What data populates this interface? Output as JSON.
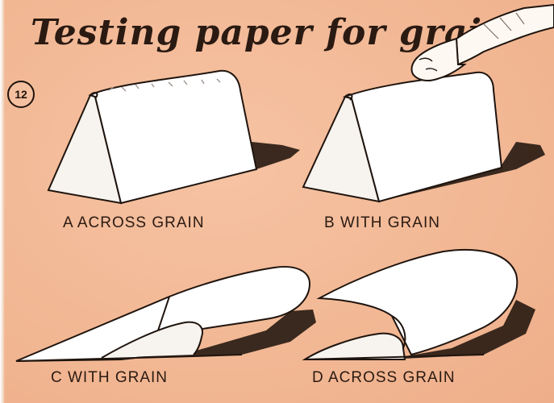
{
  "title": "Testing paper for grain",
  "figure_number": "12",
  "captions": {
    "a": "A  ACROSS GRAIN",
    "b": "B  WITH GRAIN",
    "c": "C  WITH GRAIN",
    "d": "D  ACROSS GRAIN"
  },
  "colors": {
    "background": "#f2b896",
    "paper": "#ffffff",
    "ink": "#1f140e",
    "shadow": "#2a1c14"
  }
}
